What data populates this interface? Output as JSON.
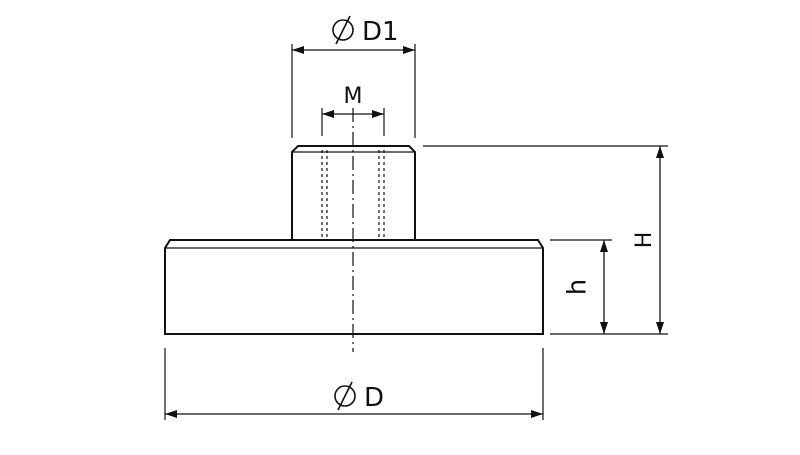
{
  "diagram": {
    "labels": {
      "top_diameter": "D1",
      "thread": "M",
      "base_diameter": "D",
      "total_height": "H",
      "base_height": "h"
    },
    "symbols": {
      "diameter": "diameter-symbol"
    },
    "colors": {
      "line": "#111111",
      "background": "#ffffff"
    }
  }
}
